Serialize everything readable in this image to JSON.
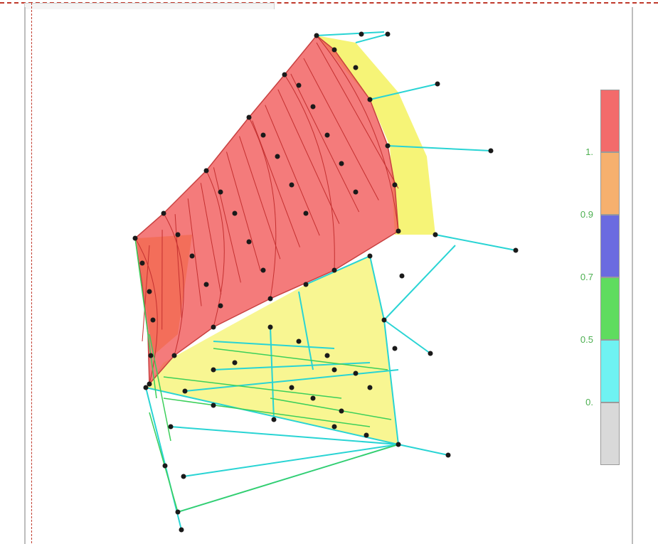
{
  "legend": {
    "labels": [
      "1.",
      "0.9",
      "0.7",
      "0.5",
      "0."
    ],
    "bands": [
      "#f36b6b",
      "#f6b06e",
      "#6b6be0",
      "#5fdc5f",
      "#6ff2f2",
      "#d9d9d9"
    ],
    "label_color": "#4caf50"
  },
  "model": {
    "member_color": "#29d4d4",
    "frame_color": "#3ccf5a",
    "joint_color": "#1a1a1a",
    "shell_red": "#f15a5a",
    "shell_yellow": "#f3f04a"
  }
}
